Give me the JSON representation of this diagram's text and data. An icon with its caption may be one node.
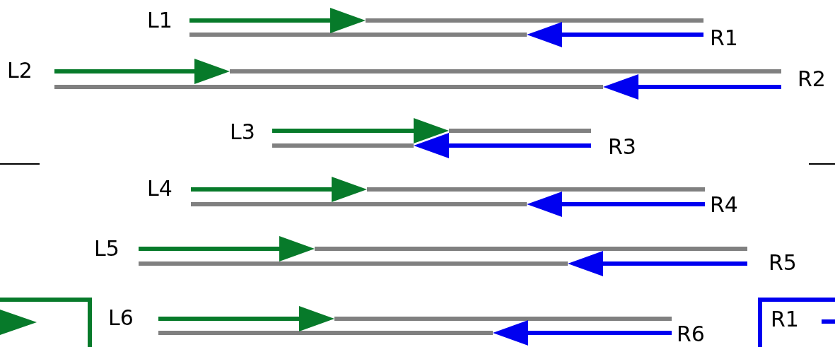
{
  "diagram": {
    "labels": [
      "L1",
      "R1",
      "L2",
      "R2",
      "L3",
      "R3",
      "L4",
      "R4",
      "L5",
      "R5",
      "L6",
      "R6",
      "R1"
    ]
  }
}
